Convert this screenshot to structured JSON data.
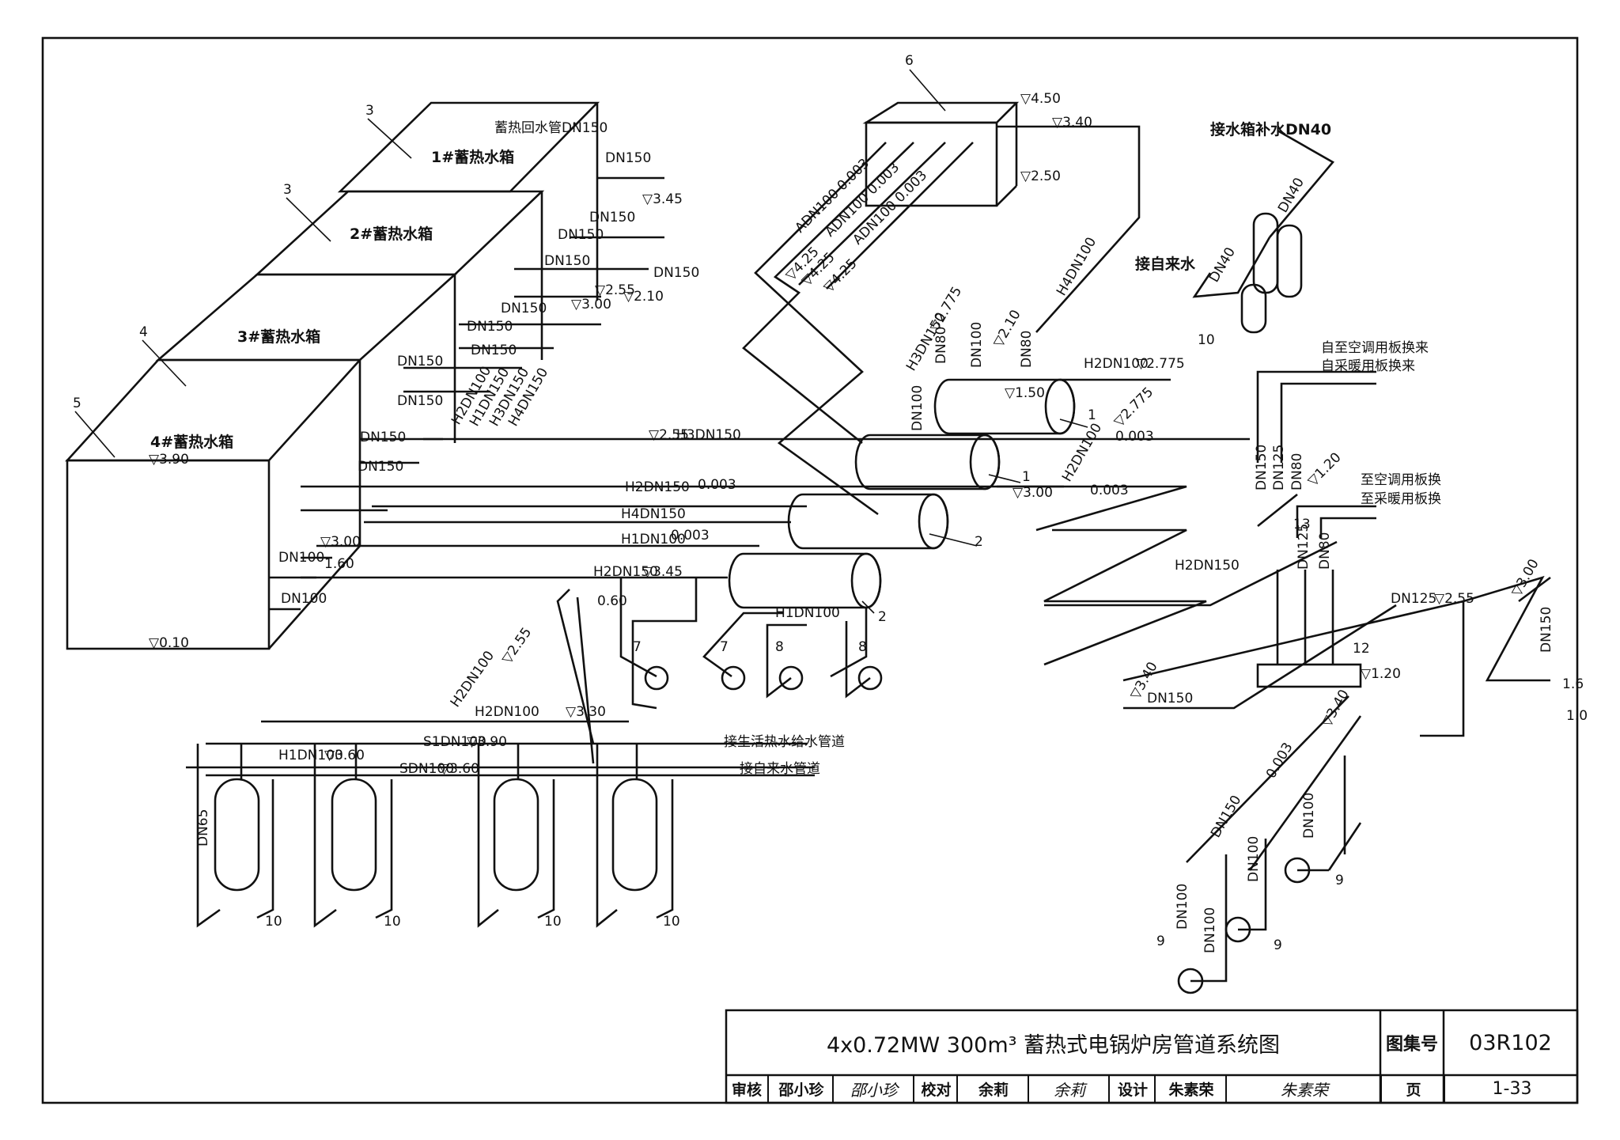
{
  "titleblock": {
    "title": "4x0.72MW 300m³ 蓄热式电锅炉房管道系统图",
    "atlas_label": "图集号",
    "atlas_no": "03R102",
    "review_label": "审核",
    "reviewer": "邵小珍",
    "reviewer_sig": "邵小珍",
    "check_label": "校对",
    "checker": "余莉",
    "checker_sig": "余莉",
    "design_label": "设计",
    "designer": "朱素荣",
    "designer_sig": "朱素荣",
    "page_label": "页",
    "page_no": "1-33"
  },
  "tanks": {
    "t1": "1#蓄热水箱",
    "t2": "2#蓄热水箱",
    "t3": "3#蓄热水箱",
    "t4": "4#蓄热水箱",
    "elev_top": "▽3.90",
    "elev_bottom": "▽0.10"
  },
  "callouts": {
    "n1a": "1",
    "n1b": "1",
    "n2a": "2",
    "n2b": "2",
    "n3a": "3",
    "n3b": "3",
    "n4": "4",
    "n5": "5",
    "n6": "6",
    "n7a": "7",
    "n7b": "7",
    "n8a": "8",
    "n8b": "8",
    "n9a": "9",
    "n9b": "9",
    "n9c": "9",
    "n10a": "10",
    "n10b": "10",
    "n10c": "10",
    "n10d": "10",
    "n10e": "10",
    "n12": "12",
    "n13": "13"
  },
  "labels": {
    "return_main": "蓄热回水管DN150",
    "makeup": "接水箱补水DN40",
    "city_water": "接自来水",
    "dn40a": "DN40",
    "dn40b": "DN40",
    "from_ac": "自至空调用板换来",
    "from_heat": "自采暖用板换来",
    "to_ac": "至空调用板换",
    "to_heat": "至采暖用板换",
    "hot_supply": "接生活热水给水管道",
    "city_supply": "接自来水管道",
    "adn1": "ADN100 0.003",
    "adn2": "ADN100 0.003",
    "adn3": "ADN100 0.003",
    "h4dn100": "H4DN100",
    "h3dn150_top": "H3DN150",
    "h2dn100_275": "H2DN100",
    "h2dn100_r": "H2DN100",
    "h3dn150_main": "H3DN150",
    "h2dn150_main": "H2DN150",
    "h4dn150_main": "H4DN150",
    "h1dn100_main": "H1DN100",
    "h2dn150_pump": "H2DN150",
    "h1dn100_pump": "H1DN100",
    "h2dn100_diag": "H2DN100",
    "h2dn100_bot": "H2DN100",
    "h1dn100_bot": "H1DN100",
    "s1dn100": "S1DN100",
    "sdn100": "SDN100",
    "h2dn150_r": "H2DN150",
    "dn125_r": "DN125",
    "dn150_r": "DN150",
    "dn150_rv": "DN150",
    "dn150_low": "DN150",
    "h2dn100_tv": "H2DN100",
    "h1dn150_tv": "H1DN150",
    "h3dn150_tv": "H3DN150",
    "h4dn150_tv": "H4DN150",
    "dn150_1": "DN150",
    "dn150_2": "DN150",
    "dn150_3": "DN150",
    "dn150_4": "DN150",
    "dn150_5": "DN150",
    "dn150_6": "DN150",
    "dn150_7": "DN150",
    "dn150_8": "DN150",
    "dn150_9": "DN150",
    "dn150_10": "DN150",
    "dn150_11": "DN150",
    "dn150_12": "DN150",
    "dn100_1": "DN100",
    "dn100_2": "DN100",
    "dn80_1": "DN80",
    "dn80_2": "DN80",
    "dn100_v1": "DN100",
    "dn100_v2": "DN100",
    "dn125_v": "DN125",
    "dn80_v": "DN80",
    "dn100_p1": "DN100",
    "dn100_p2": "DN100",
    "dn100_p3": "DN100",
    "dn100_p4": "DN100",
    "dn65": "DN65",
    "dn150_rr": "DN150",
    "dn125_rr": "DN125",
    "dn80_rr": "DN80"
  },
  "elevations": {
    "e450": "▽4.50",
    "e340a": "▽3.40",
    "e250": "▽2.50",
    "e345a": "▽3.45",
    "e300a": "▽3.00",
    "e255a": "▽2.55",
    "e210a": "▽2.10",
    "e425a": "▽4.25",
    "e425b": "▽4.25",
    "e425c": "▽4.25",
    "e2775": "▽2.775",
    "e210b": "▽2.10",
    "e2775b": "▽2.775",
    "e2775c": "▽2.775",
    "e150": "▽1.50",
    "e0003a": "0.003",
    "e255b": "▽2.55",
    "e300b": "▽3.00",
    "e0003b": "0.003",
    "e0003c": "0.003",
    "e0003d": "0.003",
    "e0003e": "0.003",
    "e300c": "▽3.00",
    "e160": "1.60",
    "e345b": "▽3.45",
    "e060": "0.60",
    "e330": "▽3.30",
    "e390": "▽3.90",
    "e360a": "▽3.60",
    "e360b": "▽3.60",
    "e120a": "▽1.20",
    "e120b": "▽1.20",
    "e300d": "▽3.00",
    "e255c": "▽2.55",
    "e340b": "▽3.40",
    "e340c": "▽3.40",
    "e0003f": "0.003",
    "e16r": "1.6",
    "e10r": "1.0",
    "e255d": "▽2.55"
  },
  "colors": {
    "ink": "#111111",
    "paper": "#ffffff"
  }
}
